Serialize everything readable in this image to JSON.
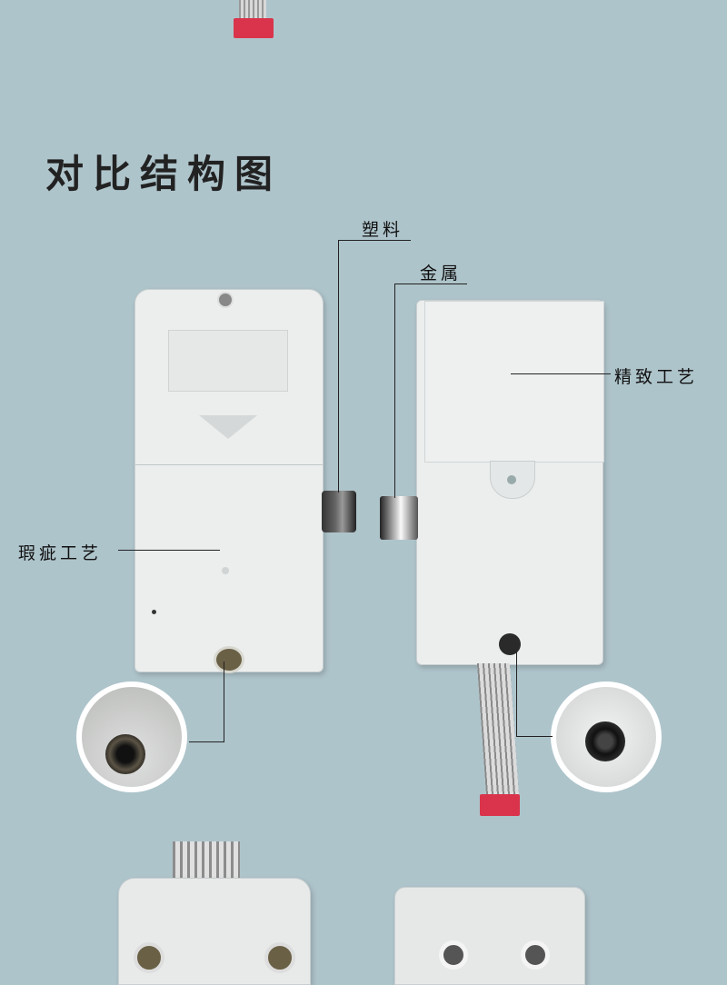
{
  "title": "对比结构图",
  "labels": {
    "plastic": "塑料",
    "metal": "金属",
    "fine_craft": "精致工艺",
    "flawed_craft": "瑕疵工艺"
  },
  "colors": {
    "background": "#aec4cb",
    "lock_body": "#eceeee",
    "connector": "#d9344c"
  }
}
